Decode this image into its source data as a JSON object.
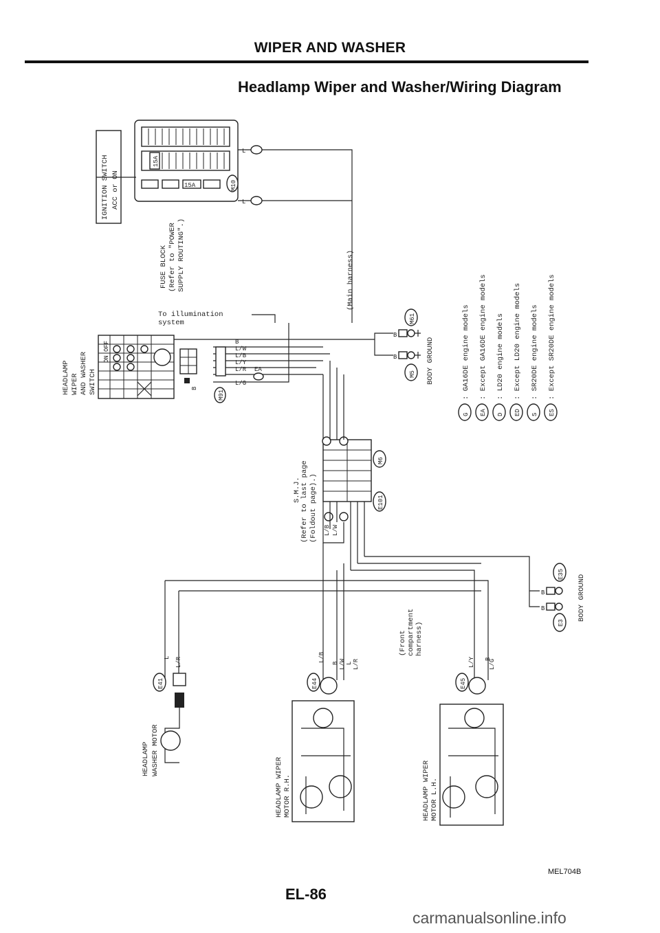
{
  "header": {
    "section_title": "WIPER AND WASHER",
    "diagram_title": "Headlamp Wiper and Washer/Wiring Diagram"
  },
  "labels": {
    "ignition": "IGNITION SWITCH",
    "ignition_pos": "ACC or ON",
    "fuse_15a_1": "15A",
    "fuse_15a_2": "15A",
    "fuse_conn": "M10",
    "fuse_block_1": "FUSE BLOCK",
    "fuse_block_2": "(Refer to \"POWER",
    "fuse_block_3": "SUPPLY ROUTING\".)",
    "main_harness": "(Main harness)",
    "illum": "To illumination",
    "illum_2": "system",
    "switch_1": "HEADLAMP",
    "switch_2": "WIPER",
    "switch_3": "AND WASHER",
    "switch_4": "SWITCH",
    "sw_off": "OFF",
    "sw_on": "ON",
    "m91": "M91",
    "e5_top": "EA",
    "ground_conn_1": "M61",
    "ground_conn_2": "M5",
    "body_ground_1": "BODY GROUND",
    "smj_1": "S.M.J.",
    "smj_2": "(Refer to last page",
    "smj_3": "(Foldout page).)",
    "m6": "M6",
    "e101": "E101",
    "front_harness_1": "(Front",
    "front_harness_2": "compartment",
    "front_harness_3": "harness)",
    "c41": "E41",
    "c44": "E44",
    "c45": "E45",
    "washer_motor_1": "HEADLAMP",
    "washer_motor_2": "WASHER MOTOR",
    "wiper_rh_1": "HEADLAMP WIPER",
    "wiper_rh_2": "MOTOR R.H.",
    "wiper_lh_1": "HEADLAMP WIPER",
    "wiper_lh_2": "MOTOR L.H.",
    "e35": "E35",
    "e3": "E3",
    "body_ground_2": "BODY GROUND"
  },
  "legend": [
    {
      "code": "G",
      "text": ": GA16DE engine models"
    },
    {
      "code": "EA",
      "text": ": Except GA16DE engine models"
    },
    {
      "code": "D",
      "text": ": LD20 engine models"
    },
    {
      "code": "ED",
      "text": ": Except LD20 engine models"
    },
    {
      "code": "S",
      "text": ": SR20DE engine models"
    },
    {
      "code": "ES",
      "text": ": Except SR20DE engine models"
    }
  ],
  "wire_colors": {
    "l": "L",
    "lw": "L/W",
    "lb": "L/B",
    "ly": "L/Y",
    "lr": "L/R",
    "lg": "L/G",
    "b": "B"
  },
  "footer": {
    "figure_code": "MEL704B",
    "page_number": "EL-86",
    "watermark": "carmanualsonline.info"
  }
}
